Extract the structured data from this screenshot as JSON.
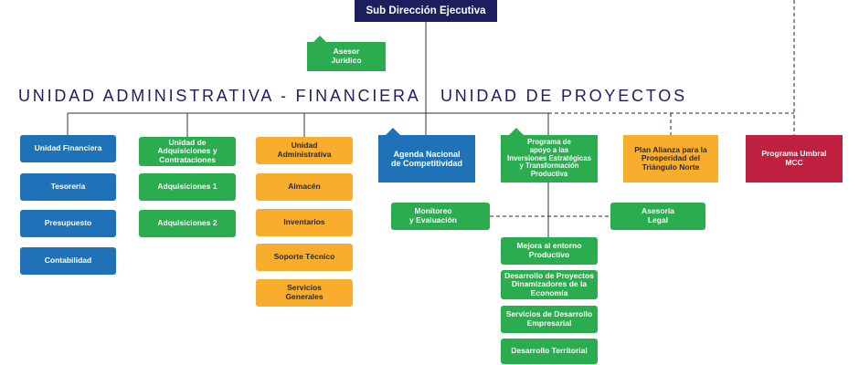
{
  "headings": {
    "admin_fin": "UNIDAD ADMINISTRATIVA - FINANCIERA",
    "proyectos": "UNIDAD DE PROYECTOS"
  },
  "top": {
    "label": "Sub Dirección Ejecutiva"
  },
  "asesor_juridico": {
    "label": "Asesor\nJurídico"
  },
  "financiera": {
    "head": "Unidad Financiera",
    "items": [
      "Tesorería",
      "Presupuesto",
      "Contabilidad"
    ]
  },
  "adquisiciones": {
    "head": "Unidad de\nAdquisiciones y\nContrataciones",
    "items": [
      "Adquisiciones 1",
      "Adquisiciones 2"
    ]
  },
  "administrativa": {
    "head": "Unidad\nAdministrativa",
    "items": [
      "Almacén",
      "Inventarios",
      "Soporte Técnico",
      "Servicios\nGenerales"
    ]
  },
  "agenda": {
    "label": "Agenda Nacional\nde Competitividad"
  },
  "programa_apoyo": {
    "head": "Programa de\napoyo a las\nInversiones Estratégicas\ny Transformación\nProductiva",
    "items": [
      "Mejora al entorno\nProductivo",
      "Desarrollo de Proyectos\nDinamizadores de la\nEconomía",
      "Servicios de Desarrollo\nEmpresarial",
      "Desarrollo Territorial"
    ]
  },
  "monitoreo": {
    "label": "Monitoreo\ny Evaluación"
  },
  "asesoria_legal": {
    "label": "Asesoría\nLegal"
  },
  "plan_alianza": {
    "label": "Plan Alianza para la\nProsperidad del\nTriángulo Norte"
  },
  "programa_umbral": {
    "label": "Programa Umbral\nMCC"
  },
  "colors": {
    "navy": "#1d1e5e",
    "blue": "#1f72b8",
    "green": "#2bac4e",
    "orange": "#f9ad2c",
    "magenta": "#c0203f"
  }
}
